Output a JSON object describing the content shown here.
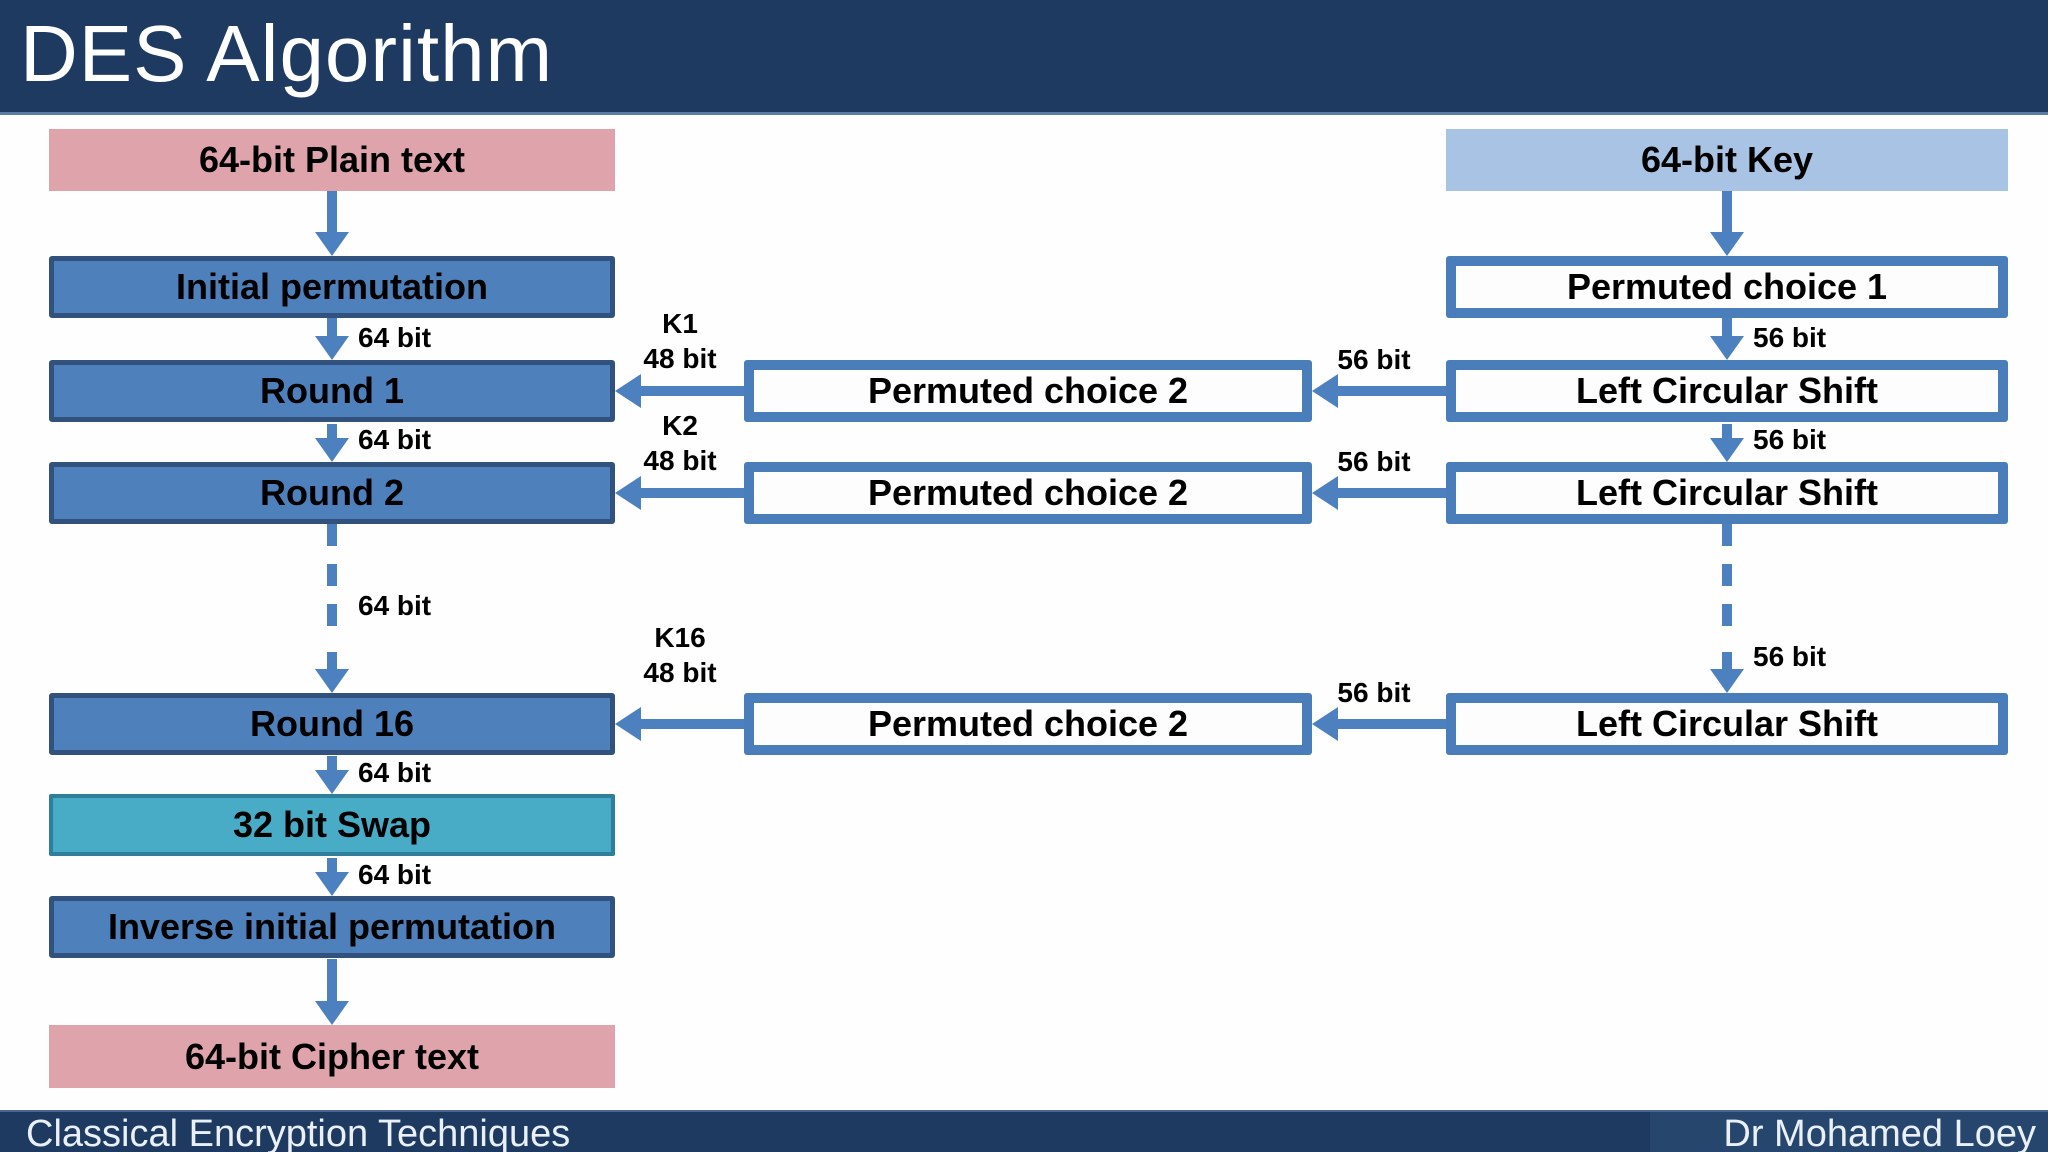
{
  "header": {
    "title": "DES Algorithm"
  },
  "footer": {
    "left": "Classical Encryption Techniques",
    "right": "Dr Mohamed Loey"
  },
  "colors": {
    "navy_bar": "#1e3a61",
    "footer_panel": "#26466e",
    "blue_box_fill": "#4e80bc",
    "blue_box_border": "#32527d",
    "pink_box_fill": "#dea3ab",
    "key_box_fill": "#a8c3e4",
    "teal_box_fill": "#48acc6",
    "teal_box_border": "#2e7f9b",
    "white_box_border": "#4a7ebb",
    "arrow": "#4d80be"
  },
  "nodes": {
    "plain_text": "64-bit Plain text",
    "initial_permutation": "Initial permutation",
    "round_1": "Round 1",
    "round_2": "Round 2",
    "round_16": "Round 16",
    "swap_32": "32 bit Swap",
    "inverse_initial_permutation": "Inverse initial permutation",
    "cipher_text": "64-bit Cipher text",
    "key_64": "64-bit Key",
    "permuted_choice_1": "Permuted choice 1",
    "permuted_choice_2": "Permuted choice 2",
    "left_circular_shift": "Left Circular Shift"
  },
  "edge_labels": {
    "bit_64": "64 bit",
    "bit_56": "56 bit",
    "bit_48": "48 bit",
    "k1": "K1",
    "k2": "K2",
    "k16": "K16"
  }
}
